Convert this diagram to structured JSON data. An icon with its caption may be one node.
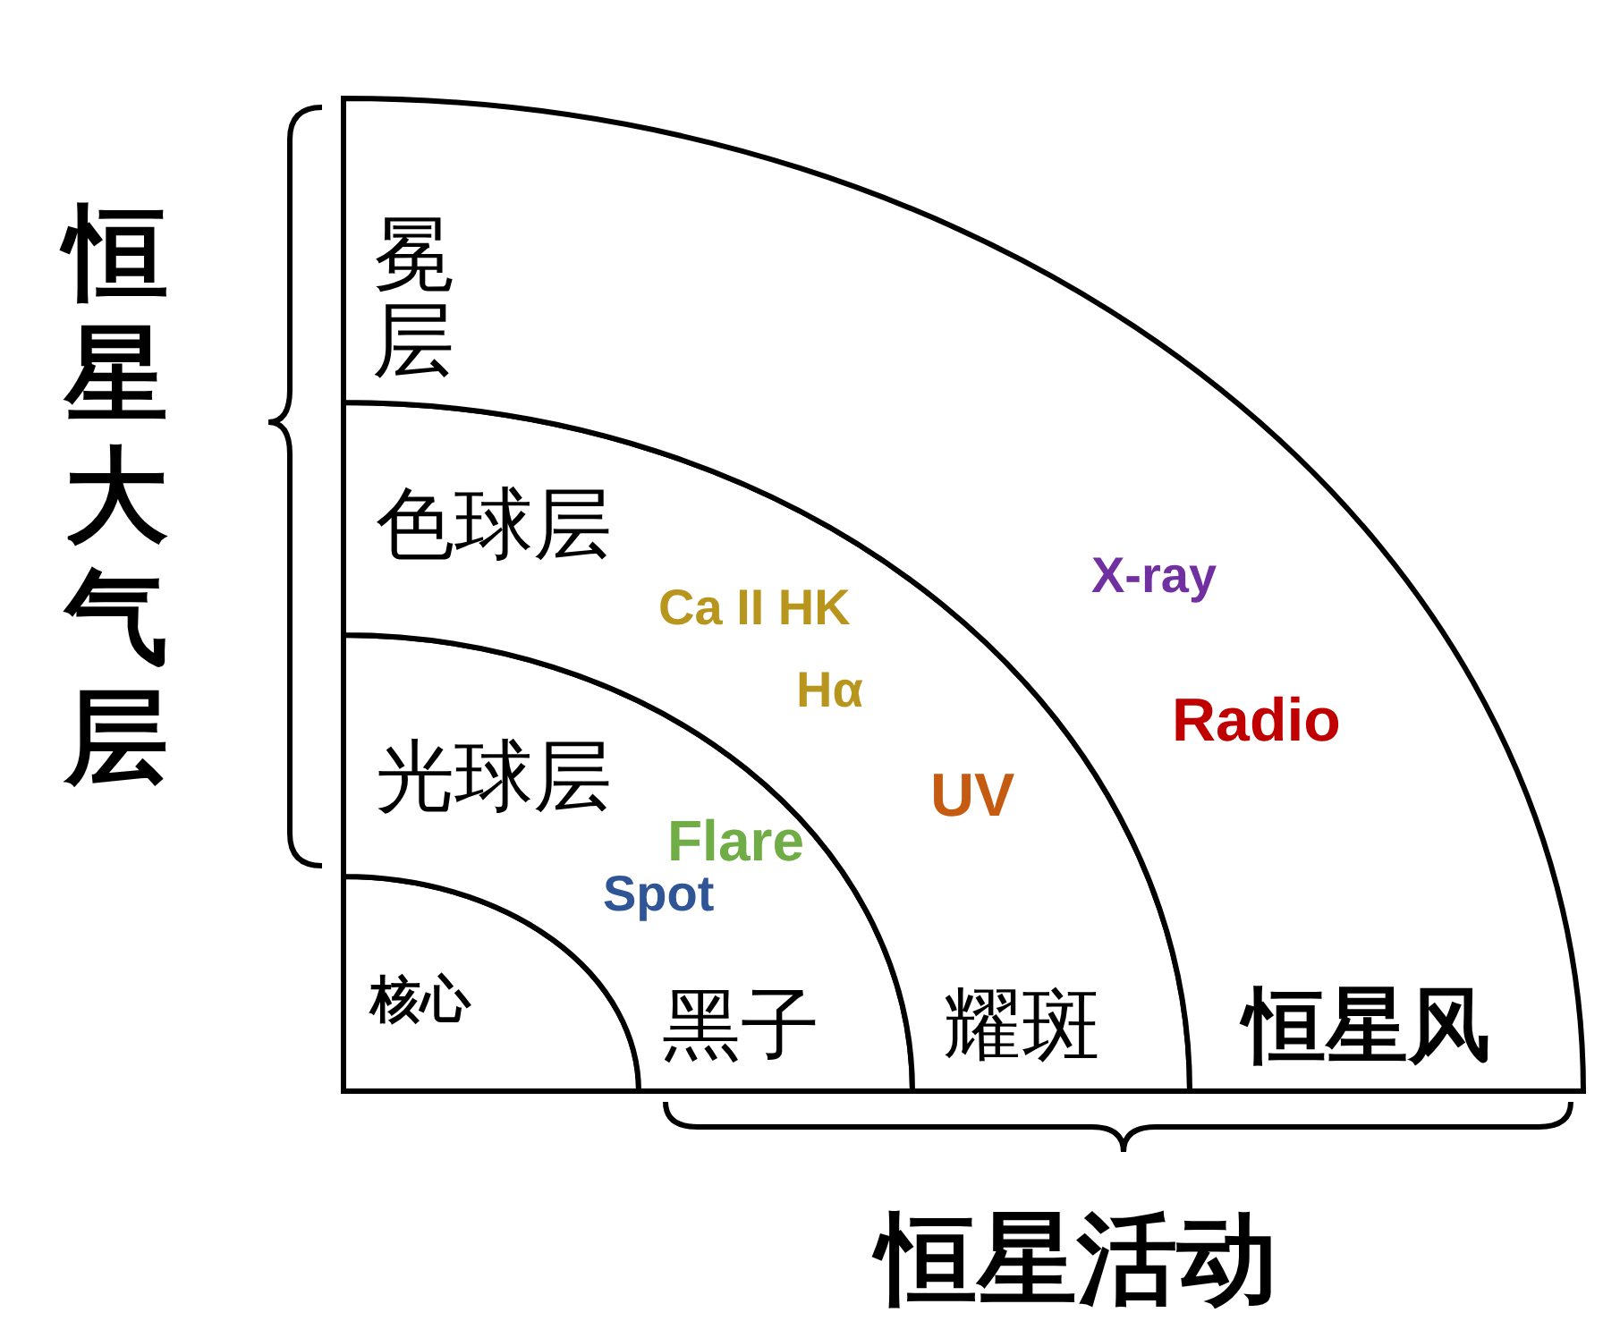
{
  "diagram": {
    "nodes": [
      {
        "text": [
          "核心"
        ]
      },
      {
        "text": [
          "光球层",
          "黑子"
        ]
      },
      {
        "text": [
          "色球层",
          "耀斑"
        ]
      },
      {
        "text": [
          "冕层",
          "恒星风"
        ]
      }
    ],
    "labels": [
      "恒星大气层",
      "Ca II HK",
      "Hα",
      "X-ray",
      "Radio",
      "UV",
      "Flare",
      "Spot",
      "恒星活动"
    ]
  }
}
